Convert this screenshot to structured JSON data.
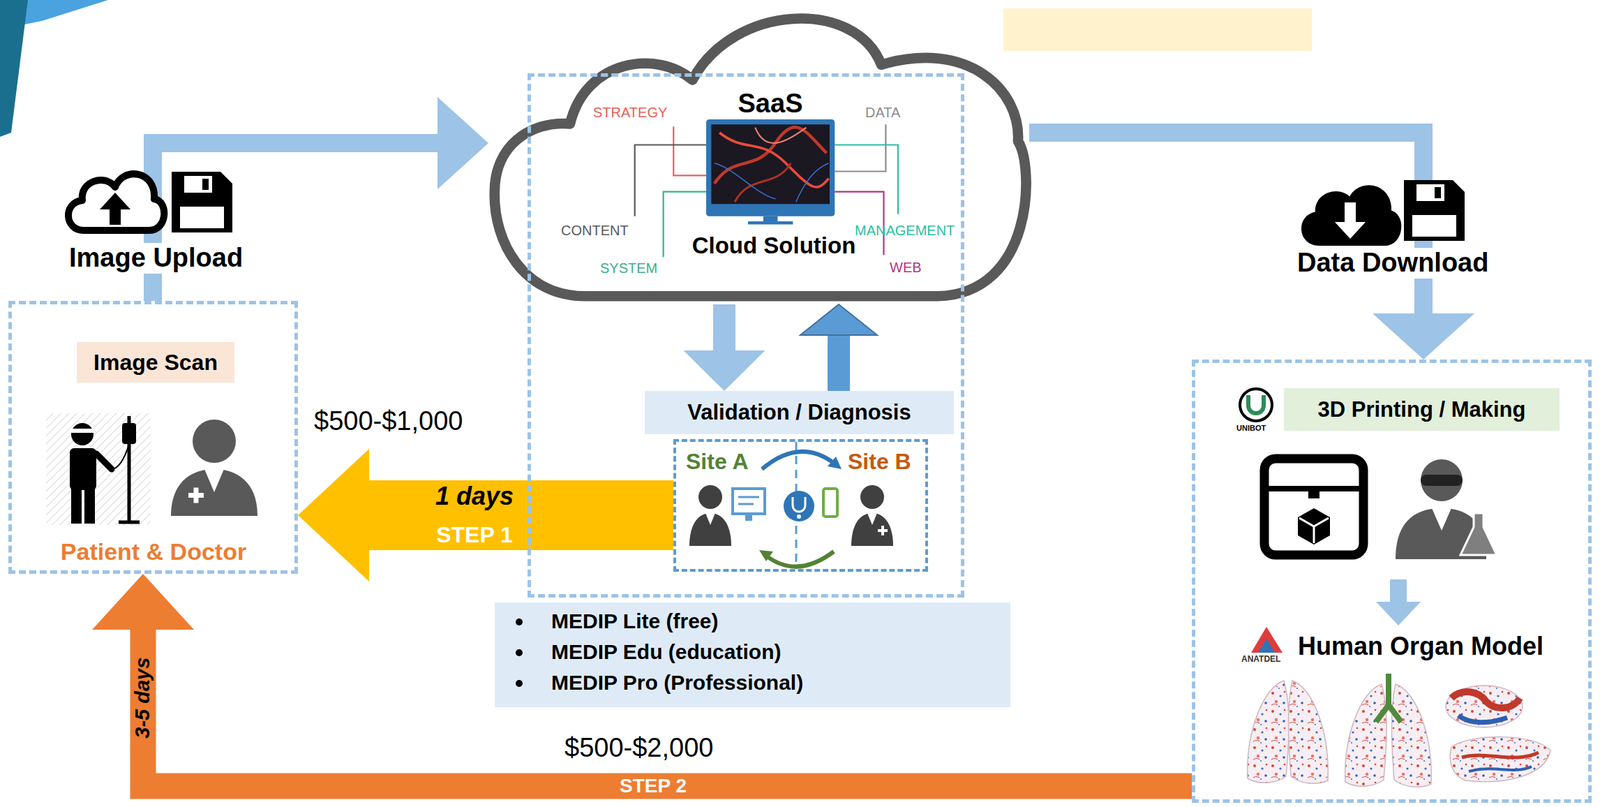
{
  "diagram": {
    "nodes": [
      {
        "text": [
          "Patient & Doctor"
        ]
      },
      {
        "text": [
          "Image Scan"
        ],
        "in": 0
      },
      {
        "text": [
          "SaaS",
          "Cloud Solution"
        ]
      },
      {
        "text": []
      },
      {
        "text": [
          "Validation / Diagnosis"
        ],
        "in": 3
      },
      {
        "text": [
          "Site A",
          "Site B"
        ],
        "in": 3
      },
      {
        "text": [
          "MEDIP Lite (free)",
          "MEDIP Edu (education)",
          "MEDIP Pro (Professional)"
        ]
      },
      {
        "text": []
      },
      {
        "text": [
          "3D Printing / Making"
        ],
        "in": 7
      }
    ],
    "edges": [
      {
        "from": 0,
        "to": 2,
        "arrow": "to"
      },
      {
        "from": 2,
        "to": 4,
        "arrow": "to"
      },
      {
        "from": 4,
        "to": 2,
        "arrow": "to"
      },
      {
        "from": 5,
        "to": 0,
        "label": "STEP 1",
        "arrow": "to"
      },
      {
        "from": 2,
        "to": 7,
        "arrow": "to"
      },
      {
        "from": 7,
        "to": 0,
        "label": "STEP 2",
        "arrow": "to"
      }
    ],
    "labels": [
      "Image Upload",
      "STRATEGY",
      "DATA",
      "CONTENT",
      "MANAGEMENT",
      "SYSTEM",
      "WEB",
      "Data Download",
      "$500-$1,000",
      "1 days",
      "UNIBOT",
      "Human Organ Model",
      "ANATDEL",
      "3-5 days",
      "$500-$2,000"
    ]
  }
}
